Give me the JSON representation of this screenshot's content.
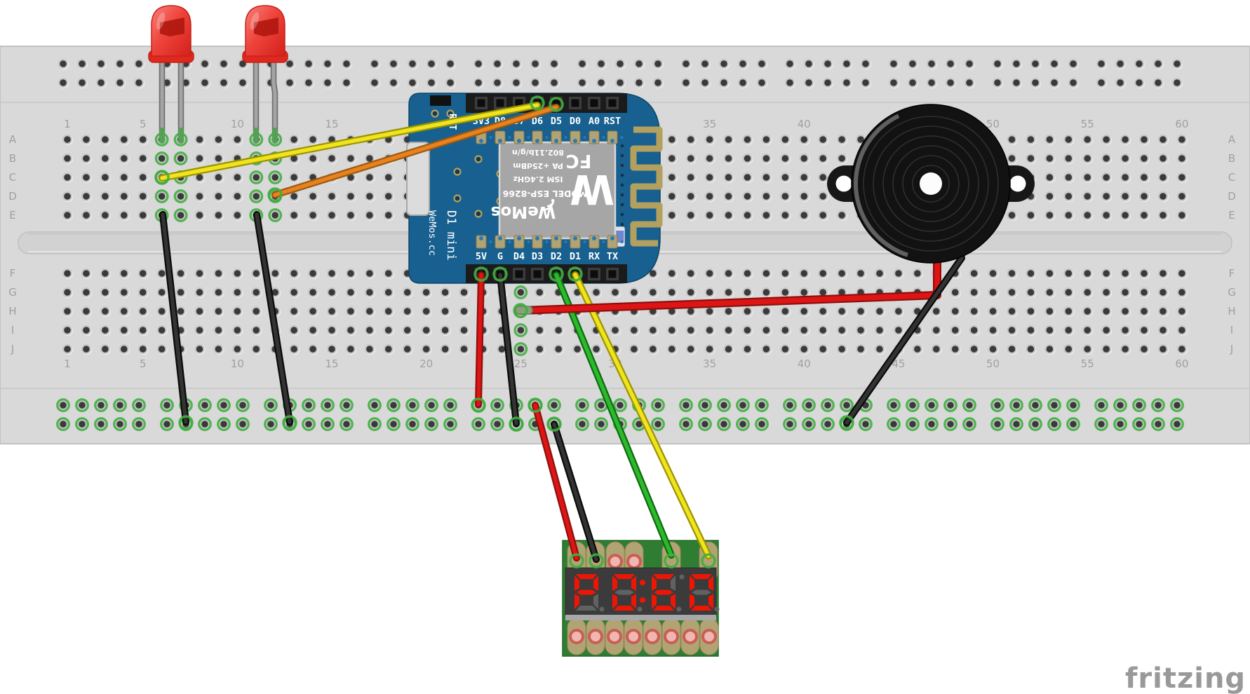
{
  "diagram": {
    "tool_logo": "fritzing"
  },
  "breadboard": {
    "row_letters": [
      "A",
      "B",
      "C",
      "D",
      "E",
      "F",
      "G",
      "H",
      "I",
      "J"
    ],
    "column_numbers": [
      "1",
      "5",
      "10",
      "15",
      "20",
      "25",
      "30",
      "35",
      "40",
      "45",
      "50",
      "55",
      "60"
    ]
  },
  "d1_mini": {
    "top_pins": [
      "3V3",
      "D8",
      "D7",
      "D6",
      "D5",
      "D0",
      "A0",
      "RST"
    ],
    "bottom_pins": [
      "5V",
      "G",
      "D4",
      "D3",
      "D2",
      "D1",
      "RX",
      "TX"
    ],
    "reset_label": "RST",
    "board_name": "D1 mini",
    "brand_url": "WeMos.cc",
    "shield": {
      "logo_letter": "W",
      "brand": "WeMos",
      "model": "MODEL ESP-8266",
      "radio": "ISM 2.4GHz",
      "power": "PA +25dBm",
      "standard": "802.11b/g/n",
      "fcc": "FC"
    }
  },
  "display": {
    "value": "P060",
    "digits": [
      "P",
      "0",
      "6",
      "0"
    ]
  },
  "colors": {
    "breadboard": "#d9d9d9",
    "breadboard_edge": "#c2c2c2",
    "hole_dark": "#3a3a3a",
    "hole_ring": "#c7c7c7",
    "connection_green": "#3fae3f",
    "label_gray": "#a0a0a0",
    "pcb_blue": "#17608f",
    "pcb_green": "#2f7d33",
    "shield_gray": "#a6a6a6",
    "antenna_tan": "#b3a05f",
    "pad_tan": "#b2a375",
    "pad_hole_pink": "#f0b6b2",
    "led_red": "#ee443c",
    "segment_lit": "#ee1505",
    "segment_unlit": "#616161",
    "wire_red": "#dd1515",
    "wire_red_edge": "#8f0f0f",
    "wire_black": "#333333",
    "wire_black_edge": "#0a0a0a",
    "wire_yellow": "#efe41f",
    "wire_yellow_edge": "#9c9400",
    "wire_orange": "#e8821e",
    "wire_orange_edge": "#9c5a10",
    "wire_green": "#2db92d",
    "wire_green_edge": "#0e6b0e",
    "buzzer_black": "#121212",
    "logo_gray": "#999999"
  }
}
